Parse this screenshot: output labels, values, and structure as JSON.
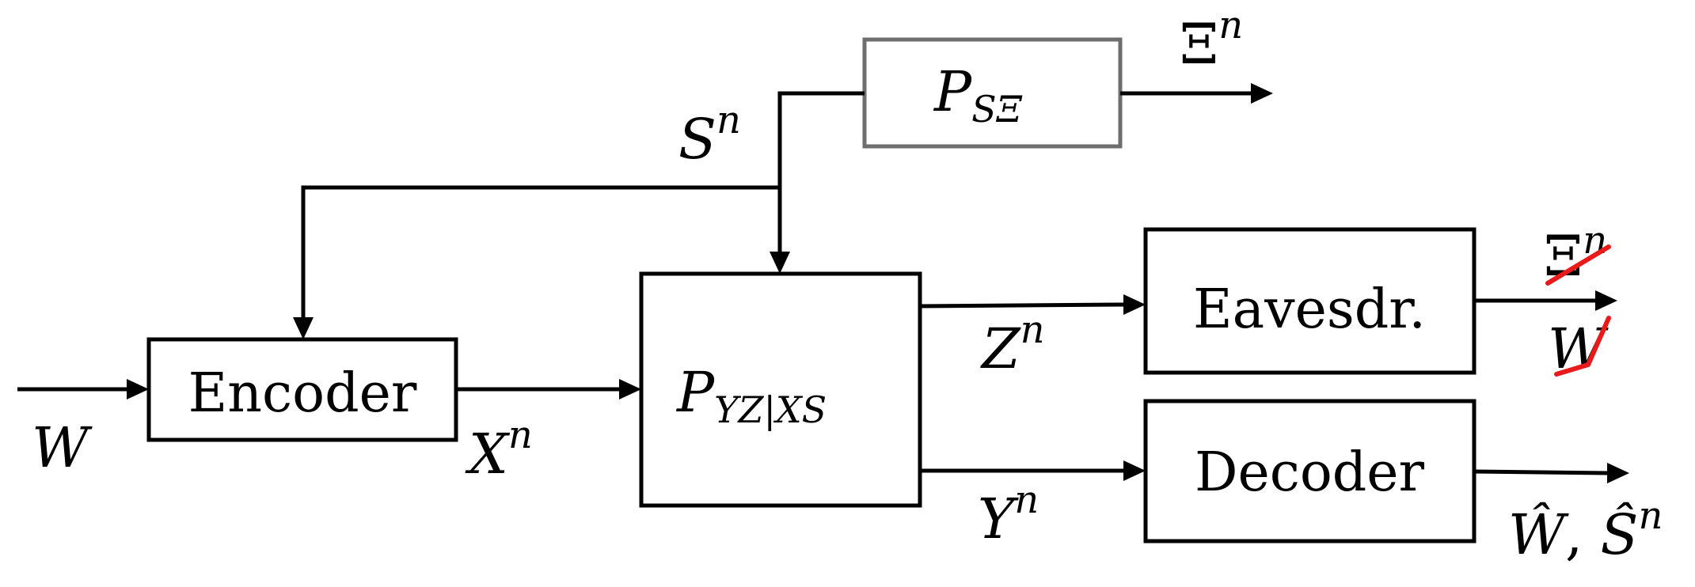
{
  "blocks": {
    "source": {
      "main": "P",
      "sub": "SΞ"
    },
    "encoder": "Encoder",
    "channel": {
      "main": "P",
      "sub": "YZ|XS"
    },
    "eavesdropper": "Eavesdr.",
    "decoder": "Decoder"
  },
  "signals": {
    "message": "W",
    "state": {
      "base": "S",
      "sup": "n"
    },
    "side_info": {
      "base": "Ξ",
      "sup": "n"
    },
    "codeword": {
      "base": "X",
      "sup": "n"
    },
    "eve_output": {
      "base": "Z",
      "sup": "n"
    },
    "legit_output": {
      "base": "Y",
      "sup": "n"
    },
    "eve_target_side_info": {
      "base": "Ξ",
      "sup": "n"
    },
    "eve_target_message": "W",
    "estimates": {
      "w_hat": "Ŵ",
      "sep": ", ",
      "s_hat": "Ŝ",
      "sup": "n"
    }
  },
  "colors": {
    "line": "#000000",
    "source_box_border": "#6e6e6e",
    "strike_mark": "#e81a1a"
  }
}
